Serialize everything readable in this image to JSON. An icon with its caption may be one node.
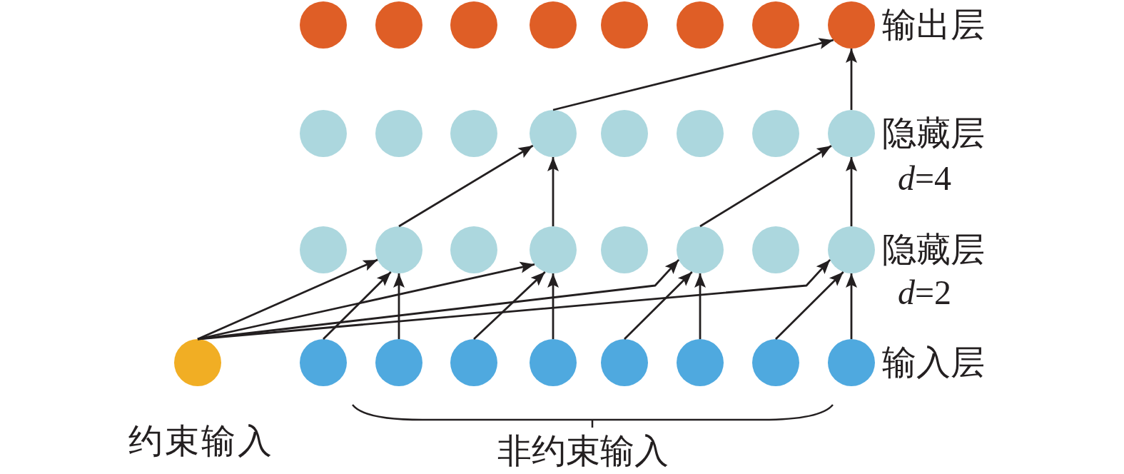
{
  "diagram": {
    "nodes": [
      {
        "text": [],
        "shape": "circle"
      },
      {
        "text": [],
        "shape": "circle"
      },
      {
        "text": [],
        "shape": "circle"
      },
      {
        "text": [],
        "shape": "circle"
      },
      {
        "text": [],
        "shape": "circle"
      },
      {
        "text": [],
        "shape": "circle"
      },
      {
        "text": [],
        "shape": "circle"
      },
      {
        "text": [],
        "shape": "circle"
      },
      {
        "text": [],
        "shape": "circle"
      },
      {
        "text": [],
        "shape": "circle"
      },
      {
        "text": [],
        "shape": "circle"
      },
      {
        "text": [],
        "shape": "circle"
      },
      {
        "text": [],
        "shape": "circle"
      },
      {
        "text": [],
        "shape": "circle"
      },
      {
        "text": [],
        "shape": "circle"
      },
      {
        "text": [],
        "shape": "circle"
      },
      {
        "text": [],
        "shape": "circle"
      },
      {
        "text": [],
        "shape": "circle"
      },
      {
        "text": [],
        "shape": "circle"
      },
      {
        "text": [],
        "shape": "circle"
      },
      {
        "text": [],
        "shape": "circle"
      },
      {
        "text": [],
        "shape": "circle"
      },
      {
        "text": [],
        "shape": "circle"
      },
      {
        "text": [],
        "shape": "circle"
      },
      {
        "text": [],
        "shape": "circle",
        "beside": [
          "约束输入"
        ]
      },
      {
        "text": [],
        "shape": "circle"
      },
      {
        "text": [],
        "shape": "circle"
      },
      {
        "text": [],
        "shape": "circle"
      },
      {
        "text": [],
        "shape": "circle"
      },
      {
        "text": [],
        "shape": "circle"
      },
      {
        "text": [],
        "shape": "circle"
      },
      {
        "text": [],
        "shape": "circle"
      },
      {
        "text": [],
        "shape": "circle"
      }
    ],
    "edges": [
      {
        "from": 24,
        "to": 17,
        "arrow": "to"
      },
      {
        "from": 24,
        "to": 19,
        "arrow": "to"
      },
      {
        "from": 24,
        "to": 21,
        "arrow": "to"
      },
      {
        "from": 24,
        "to": 23,
        "arrow": "to"
      },
      {
        "from": 25,
        "to": 17,
        "arrow": "to"
      },
      {
        "from": 26,
        "to": 17,
        "arrow": "to"
      },
      {
        "from": 27,
        "to": 19,
        "arrow": "to"
      },
      {
        "from": 28,
        "to": 19,
        "arrow": "to"
      },
      {
        "from": 29,
        "to": 21,
        "arrow": "to"
      },
      {
        "from": 30,
        "to": 21,
        "arrow": "to"
      },
      {
        "from": 31,
        "to": 23,
        "arrow": "to"
      },
      {
        "from": 32,
        "to": 23,
        "arrow": "to"
      },
      {
        "from": 17,
        "to": 11,
        "arrow": "to"
      },
      {
        "from": 19,
        "to": 11,
        "arrow": "to"
      },
      {
        "from": 21,
        "to": 15,
        "arrow": "to"
      },
      {
        "from": 23,
        "to": 15,
        "arrow": "to"
      },
      {
        "from": 11,
        "to": 7,
        "arrow": "to"
      },
      {
        "from": 15,
        "to": 7,
        "arrow": "to"
      }
    ],
    "labels": [
      "输出层",
      "隐藏层",
      "*d*=4",
      "隐藏层",
      "*d*=2",
      "输入层",
      "非约束输入"
    ]
  }
}
